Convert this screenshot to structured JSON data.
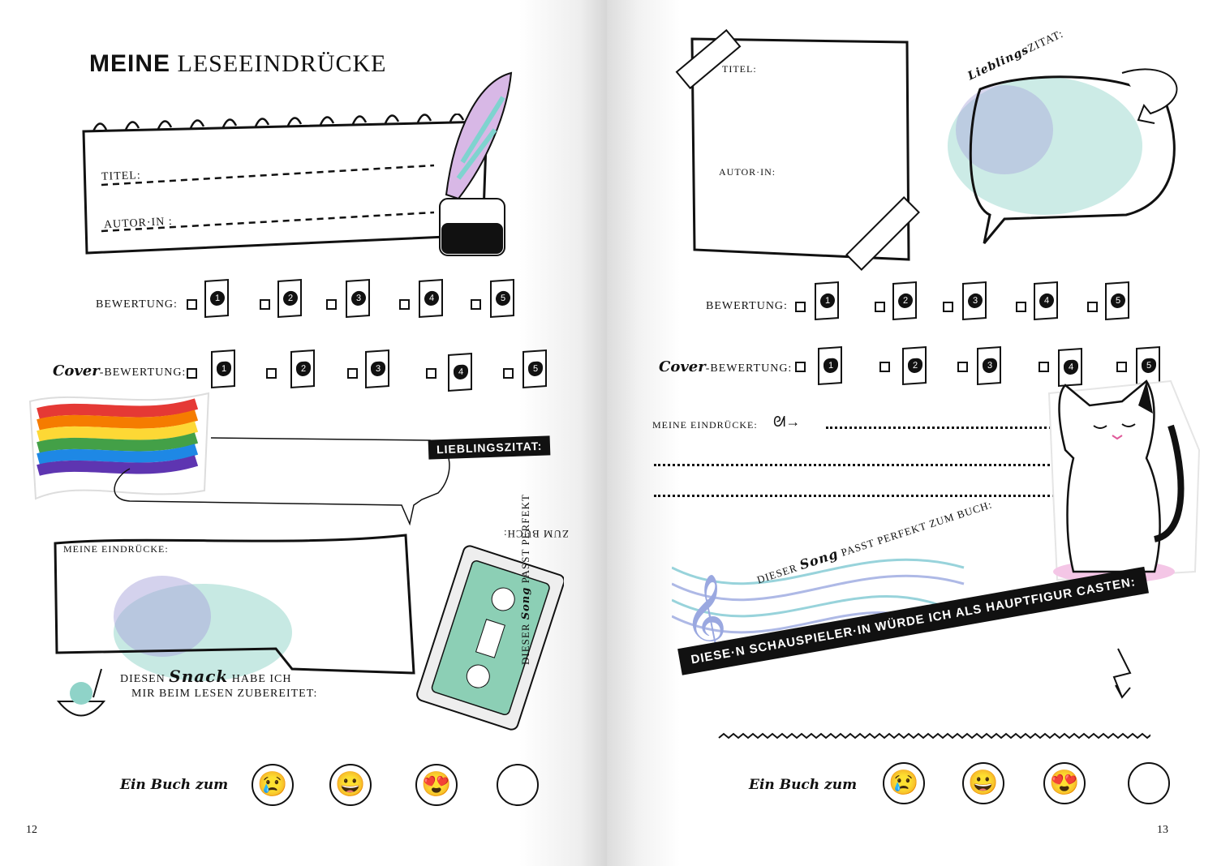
{
  "left_page": {
    "title_bold": "MEINE",
    "title_rest": "LESEEINDRÜCKE",
    "titel_label": "TITEL:",
    "autor_label": "AUTOR·IN :",
    "bewertung_label": "BEWERTUNG:",
    "cover_script": "Cover",
    "cover_label": "-BEWERTUNG:",
    "ratings": [
      "1",
      "2",
      "3",
      "4",
      "5"
    ],
    "lieblingszitat": "LIEBLINGSZITAT:",
    "eindruecke_label": "MEINE EINDRÜCKE:",
    "snack_pre": "DIESEN",
    "snack_script": "Snack",
    "snack_post": "HABE ICH",
    "snack_line2": "MIR BEIM LESEN ZUBEREITET:",
    "cassette_pre": "DIESER",
    "cassette_script": "Song",
    "cassette_post": "PASST PERFEKT",
    "cassette_line2": "ZUM BUCH:",
    "ein_buch_zum": "Ein Buch zum",
    "page_number": "12"
  },
  "right_page": {
    "titel_label": "TITEL:",
    "autor_label": "AUTOR·IN:",
    "lieblings_script": "Lieblings",
    "zitat_label": "ZITAT:",
    "bewertung_label": "BEWERTUNG:",
    "cover_script": "Cover",
    "cover_label": "-BEWERTUNG:",
    "ratings": [
      "1",
      "2",
      "3",
      "4",
      "5"
    ],
    "eindruecke_label": "MEINE EINDRÜCKE:",
    "song_pre": "DIESER",
    "song_script": "Song",
    "song_post": "PASST PERFEKT ZUM BUCH:",
    "actor_banner": "DIESE·N SCHAUSPIELER·IN WÜRDE ICH ALS HAUPTFIGUR CASTEN:",
    "ein_buch_zum": "Ein Buch zum",
    "page_number": "13"
  },
  "emojis": [
    "😢",
    "😀",
    "😍",
    ""
  ],
  "colors": {
    "watercolor_teal": "#8fd3c8",
    "watercolor_purple": "#a9a6dc",
    "cassette": "#8ccfb5",
    "rainbow": [
      "#e53935",
      "#f57c00",
      "#fdd835",
      "#43a047",
      "#1e88e5",
      "#5e35b1"
    ]
  }
}
